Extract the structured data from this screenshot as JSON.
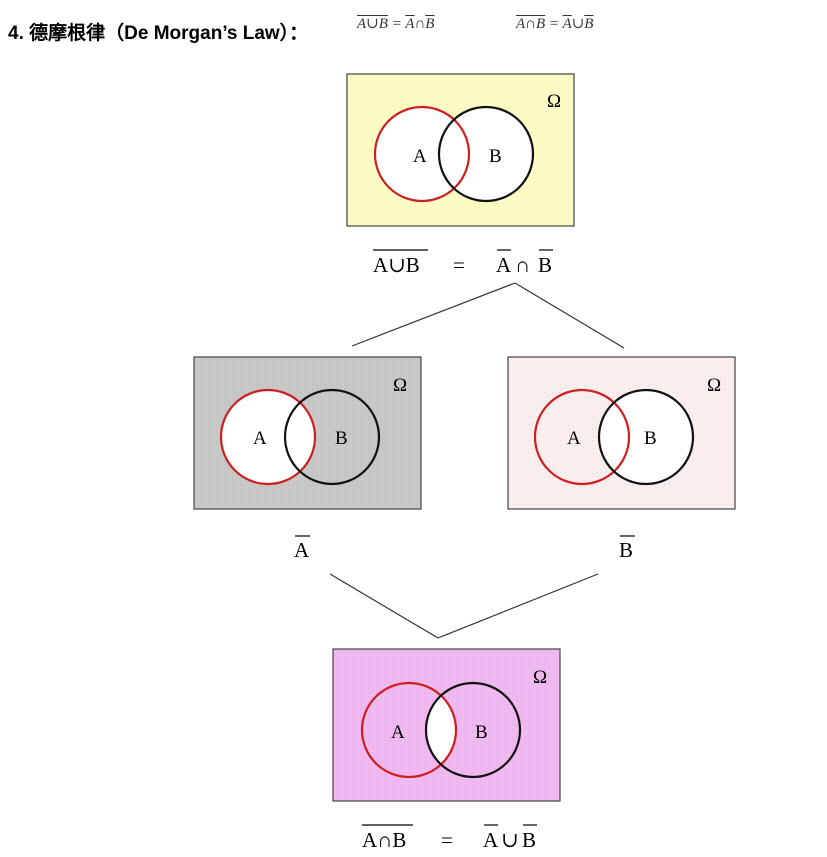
{
  "heading": {
    "number": "4.",
    "title": "德摩根律（De Morgan’s Law）："
  },
  "formulas": {
    "law1": {
      "lhs": "A∪B",
      "eq": "=",
      "r1": "A",
      "op": "∩",
      "r2": "B"
    },
    "law2": {
      "lhs": "A∩B",
      "eq": "=",
      "r1": "A",
      "op": "∪",
      "r2": "B"
    }
  },
  "panels": {
    "top": {
      "omega": "Ω",
      "a": "A",
      "b": "B",
      "fill": "#fbfbc3"
    },
    "left": {
      "omega": "Ω",
      "a": "A",
      "b": "B",
      "fill": "#c8c8c8"
    },
    "right": {
      "omega": "Ω",
      "a": "A",
      "b": "B",
      "fill": "#fbeeee"
    },
    "bottom": {
      "omega": "Ω",
      "a": "A",
      "b": "B",
      "fill": "#f1b9f1"
    }
  },
  "captions": {
    "top": {
      "lhs": "A∪B",
      "eq": "=",
      "r1": "A",
      "op": "∩",
      "r2": "B"
    },
    "left": {
      "text": "A"
    },
    "right": {
      "text": "B"
    },
    "bottom": {
      "lhs": "A∩B",
      "eq": "=",
      "r1": "A",
      "op": "∪",
      "r2": "B"
    }
  },
  "colors": {
    "circle_a": "#cc1f1f",
    "circle_b": "#111111",
    "border": "#444444",
    "white": "#ffffff"
  }
}
